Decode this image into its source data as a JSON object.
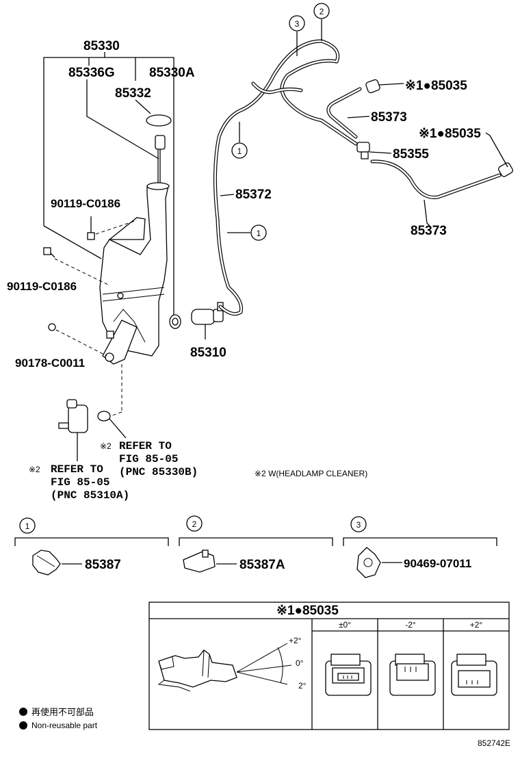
{
  "parts": {
    "p85330": "85330",
    "p85336G": "85336G",
    "p85330A": "85330A",
    "p85332": "85332",
    "p90119_a": "90119-C0186",
    "p90119_b": "90119-C0186",
    "p90178": "90178-C0011",
    "p85310": "85310",
    "p85372": "85372",
    "p85373_a": "85373",
    "p85373_b": "85373",
    "p85355": "85355",
    "p85035_a": "※1●85035",
    "p85035_b": "※1●85035"
  },
  "circles": {
    "c1": "1",
    "c2": "2",
    "c3": "3"
  },
  "refs": {
    "ref_a_mark": "※2",
    "ref_a_1": "REFER TO",
    "ref_a_2": "FIG 85-05",
    "ref_a_3": "(PNC 85330B)",
    "ref_b_mark": "※2",
    "ref_b_1": "REFER TO",
    "ref_b_2": "FIG 85-05",
    "ref_b_3": "(PNC 85310A)",
    "note2": "※2 W(HEADLAMP CLEANER)"
  },
  "legend_parts": {
    "item1_num": "1",
    "item1_part": "85387",
    "item2_num": "2",
    "item2_part": "85387A",
    "item3_num": "3",
    "item3_part": "90469-07011"
  },
  "table": {
    "title": "※1●85035",
    "col1": "±0°",
    "col2": "-2°",
    "col3": "+2°",
    "ang_top": "+2°",
    "ang_mid": "0°",
    "ang_bot": "2°"
  },
  "footnote": {
    "line1": "再使用不可部品",
    "line2": "Non-reusable part"
  },
  "fig_id": "852742E"
}
